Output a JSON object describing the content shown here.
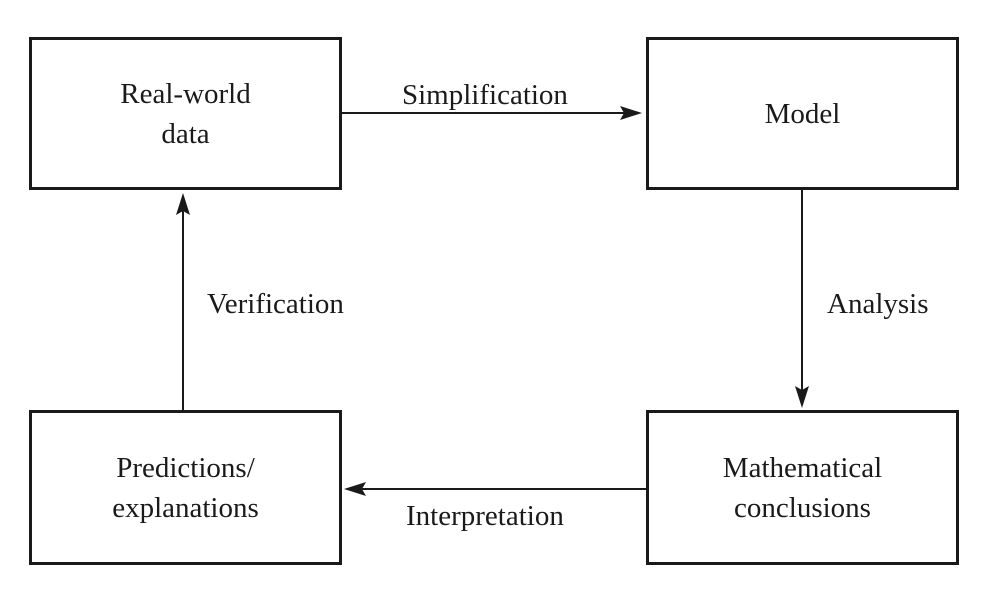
{
  "nodes": {
    "real_world": "Real-world\ndata",
    "model": "Model",
    "math_conclusions": "Mathematical\nconclusions",
    "predictions": "Predictions/\nexplanations"
  },
  "edges": {
    "simplification": "Simplification",
    "analysis": "Analysis",
    "interpretation": "Interpretation",
    "verification": "Verification"
  }
}
